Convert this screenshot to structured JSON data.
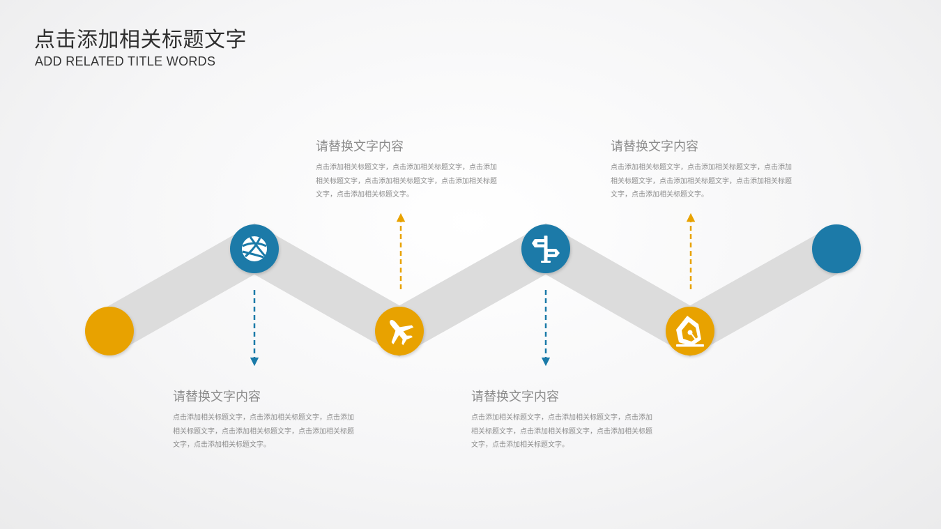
{
  "header": {
    "title": "点击添加相关标题文字",
    "subtitle": "ADD RELATED TITLE WORDS"
  },
  "colors": {
    "blue": "#1a7aa8",
    "orange": "#e8a200",
    "band": "#dcdcdc"
  },
  "steps": [
    {
      "color": "orange",
      "icon": "none"
    },
    {
      "color": "blue",
      "icon": "basketball-icon"
    },
    {
      "color": "orange",
      "icon": "airplane-icon"
    },
    {
      "color": "blue",
      "icon": "signpost-icon"
    },
    {
      "color": "orange",
      "icon": "pen-nib-icon"
    },
    {
      "color": "blue",
      "icon": "none"
    }
  ],
  "text_blocks": [
    {
      "heading": "请替换文字内容",
      "body": "点击添加相关标题文字，点击添加相关标题文字，点击添加相关标题文字，点击添加相关标题文字，点击添加相关标题文字，点击添加相关标题文字。"
    },
    {
      "heading": "请替换文字内容",
      "body": "点击添加相关标题文字，点击添加相关标题文字，点击添加相关标题文字，点击添加相关标题文字，点击添加相关标题文字，点击添加相关标题文字。"
    },
    {
      "heading": "请替换文字内容",
      "body": "点击添加相关标题文字，点击添加相关标题文字，点击添加相关标题文字，点击添加相关标题文字，点击添加相关标题文字，点击添加相关标题文字。"
    },
    {
      "heading": "请替换文字内容",
      "body": "点击添加相关标题文字，点击添加相关标题文字，点击添加相关标题文字，点击添加相关标题文字，点击添加相关标题文字，点击添加相关标题文字。"
    }
  ]
}
